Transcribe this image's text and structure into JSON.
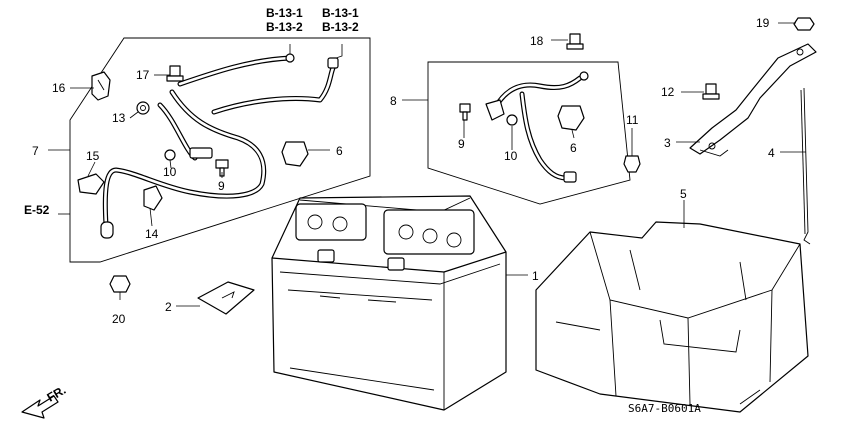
{
  "refs": {
    "b13_left": [
      "B-13-1",
      "B-13-2"
    ],
    "b13_right": [
      "B-13-1",
      "B-13-2"
    ],
    "e52": "E-52"
  },
  "parts": {
    "p1": "1",
    "p2": "2",
    "p3": "3",
    "p4": "4",
    "p5": "5",
    "p6a": "6",
    "p6b": "6",
    "p7": "7",
    "p8": "8",
    "p9a": "9",
    "p9b": "9",
    "p10a": "10",
    "p10b": "10",
    "p11": "11",
    "p12": "12",
    "p13": "13",
    "p14": "14",
    "p15": "15",
    "p16": "16",
    "p17": "17",
    "p18": "18",
    "p19": "19",
    "p20": "20"
  },
  "direction_label": "FR.",
  "diagram_code": "S6A7-B0601A"
}
